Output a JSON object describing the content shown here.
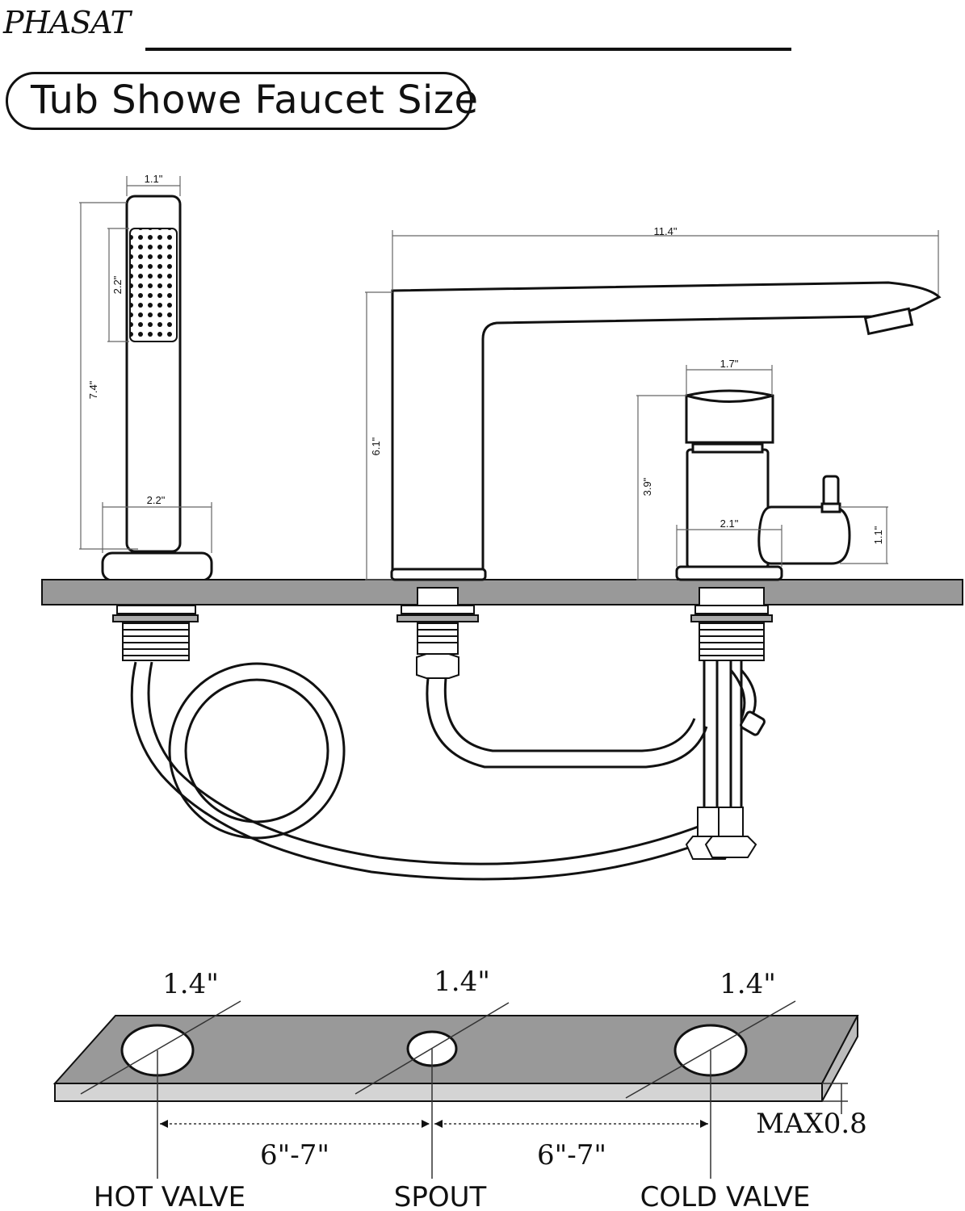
{
  "header": {
    "brand": "PHASAT",
    "title": "Tub Showe Faucet Size"
  },
  "dimensions": {
    "handheld_width": "1.1\"",
    "handheld_spray_height": "2.2\"",
    "handheld_length": "7.4\"",
    "handheld_base_width": "2.2\"",
    "spout_reach": "11.4\"",
    "spout_height": "6.1\"",
    "valve_top_width": "1.7\"",
    "valve_height": "3.9\"",
    "valve_base_width": "2.1\"",
    "lever_height": "1.1\""
  },
  "deck": {
    "hole_hot": "1.4\"",
    "hole_spout": "1.4\"",
    "hole_cold": "1.4\"",
    "spacing_left": "6\"-7\"",
    "spacing_right": "6\"-7\"",
    "max_thickness": "MAX0.8",
    "label_hot": "HOT VALVE",
    "label_spout": "SPOUT",
    "label_cold": "COLD VALVE"
  },
  "colors": {
    "deck_fill": "#999999",
    "line": "#111111"
  }
}
